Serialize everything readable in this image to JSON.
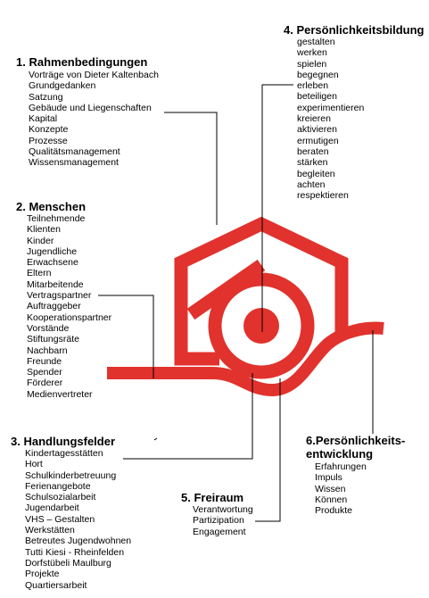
{
  "colors": {
    "emblem": "#e1322d",
    "connector": "#000000",
    "text": "#000000"
  },
  "sections": {
    "rahmen": {
      "title": "1. Rahmenbedingungen",
      "items": [
        "Vorträge von Dieter Kaltenbach",
        "Grundgedanken",
        "Satzung",
        "Gebäude und Liegenschaften",
        "Kapital",
        "Konzepte",
        "Prozesse",
        "Qualitätsmanagement",
        "Wissensmanagement"
      ]
    },
    "menschen": {
      "title": "2. Menschen",
      "items": [
        "Teilnehmende",
        "Klienten",
        "Kinder",
        "Jugendliche",
        "Erwachsene",
        "Eltern",
        "Mitarbeitende",
        "Vertragspartner",
        "Auftraggeber",
        "Kooperationspartner",
        "Vorstände",
        "Stiftungsräte",
        "Nachbarn",
        "Freunde",
        "Spender",
        "Förderer",
        "Medienvertreter"
      ]
    },
    "handlung": {
      "title": "3. Handlungsfelder",
      "items": [
        "Kindertagesstätten",
        "Hort",
        "Schulkinderbetreuung",
        "Ferienangebote",
        "Schulsozialarbeit",
        "Jugendarbeit",
        "VHS – Gestalten",
        "Werkstätten",
        "Betreutes Jugendwohnen",
        "Tutti Kiesi - Rheinfelden",
        "Dorfstübeli Maulburg",
        "Projekte",
        "Quartiersarbeit"
      ]
    },
    "bildung": {
      "title": "4. Persönlichkeitsbildung",
      "items": [
        "gestalten",
        "werken",
        "spielen",
        "begegnen",
        "erleben",
        "beteiligen",
        "experimentieren",
        "kreieren",
        "aktivieren",
        "ermutigen",
        "beraten",
        "stärken",
        "begleiten",
        "achten",
        "respektieren"
      ]
    },
    "freiraum": {
      "title": "5. Freiraum",
      "items": [
        "Verantwortung",
        "Partizipation",
        "Engagement"
      ]
    },
    "entwicklung": {
      "title_line1": "6.Persönlichkeits-",
      "title_line2": "entwicklung",
      "items": [
        "Erfahrungen",
        "Impuls",
        "Wissen",
        "Können",
        "Produkte"
      ]
    }
  }
}
